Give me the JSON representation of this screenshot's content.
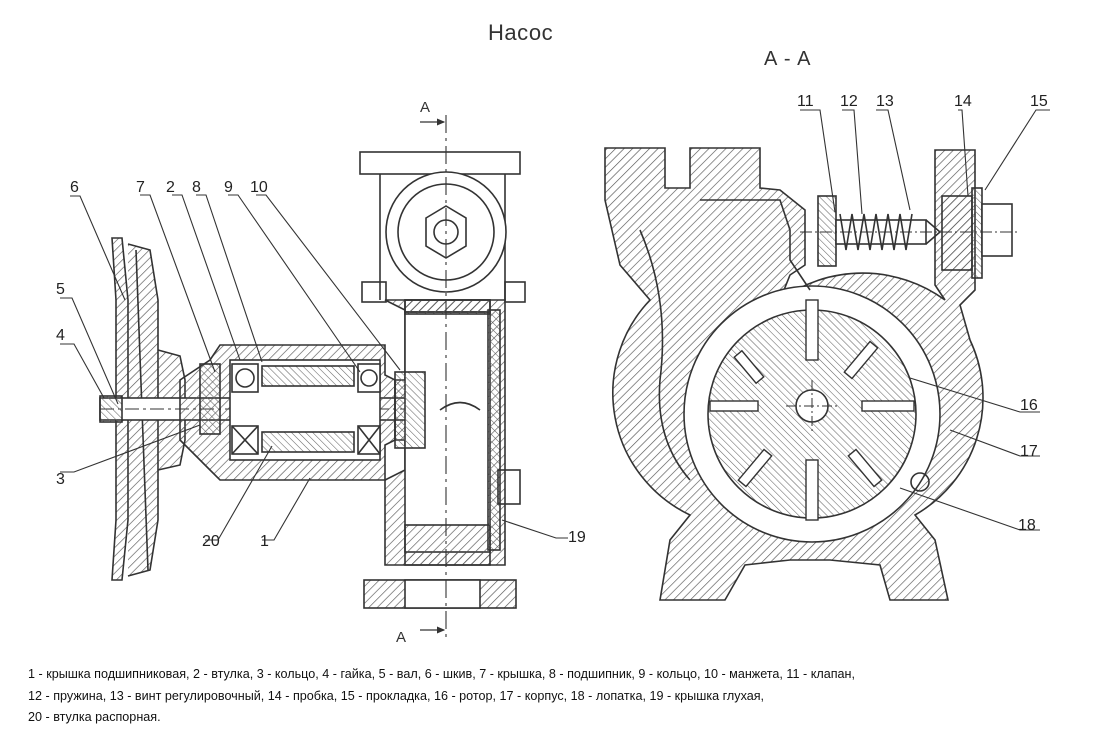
{
  "title": "Насос",
  "section_title": "А - А",
  "section_marks": {
    "top": "А",
    "bottom": "А"
  },
  "callouts": {
    "c1": "1",
    "c2": "2",
    "c3": "3",
    "c4": "4",
    "c5": "5",
    "c6": "6",
    "c7": "7",
    "c8": "8",
    "c9": "9",
    "c10": "10",
    "c11": "11",
    "c12": "12",
    "c13": "13",
    "c14": "14",
    "c15": "15",
    "c16": "16",
    "c17": "17",
    "c18": "18",
    "c19": "19",
    "c20": "20"
  },
  "legend": [
    "1 - крышка подшипниковая, 2 - втулка, 3 - кольцо, 4 - гайка, 5 - вал, 6 - шкив, 7 - крышка, 8 - подшипник, 9 - кольцо, 10 - манжета, 11 - клапан,",
    "12 - пружина, 13 - винт регулировочный, 14 - пробка, 15 - прокладка, 16 - ротор, 17 - корпус, 18 - лопатка, 19 - крышка глухая,",
    "20 - втулка распорная."
  ],
  "colors": {
    "line": "#333333",
    "hatch": "#555555"
  }
}
